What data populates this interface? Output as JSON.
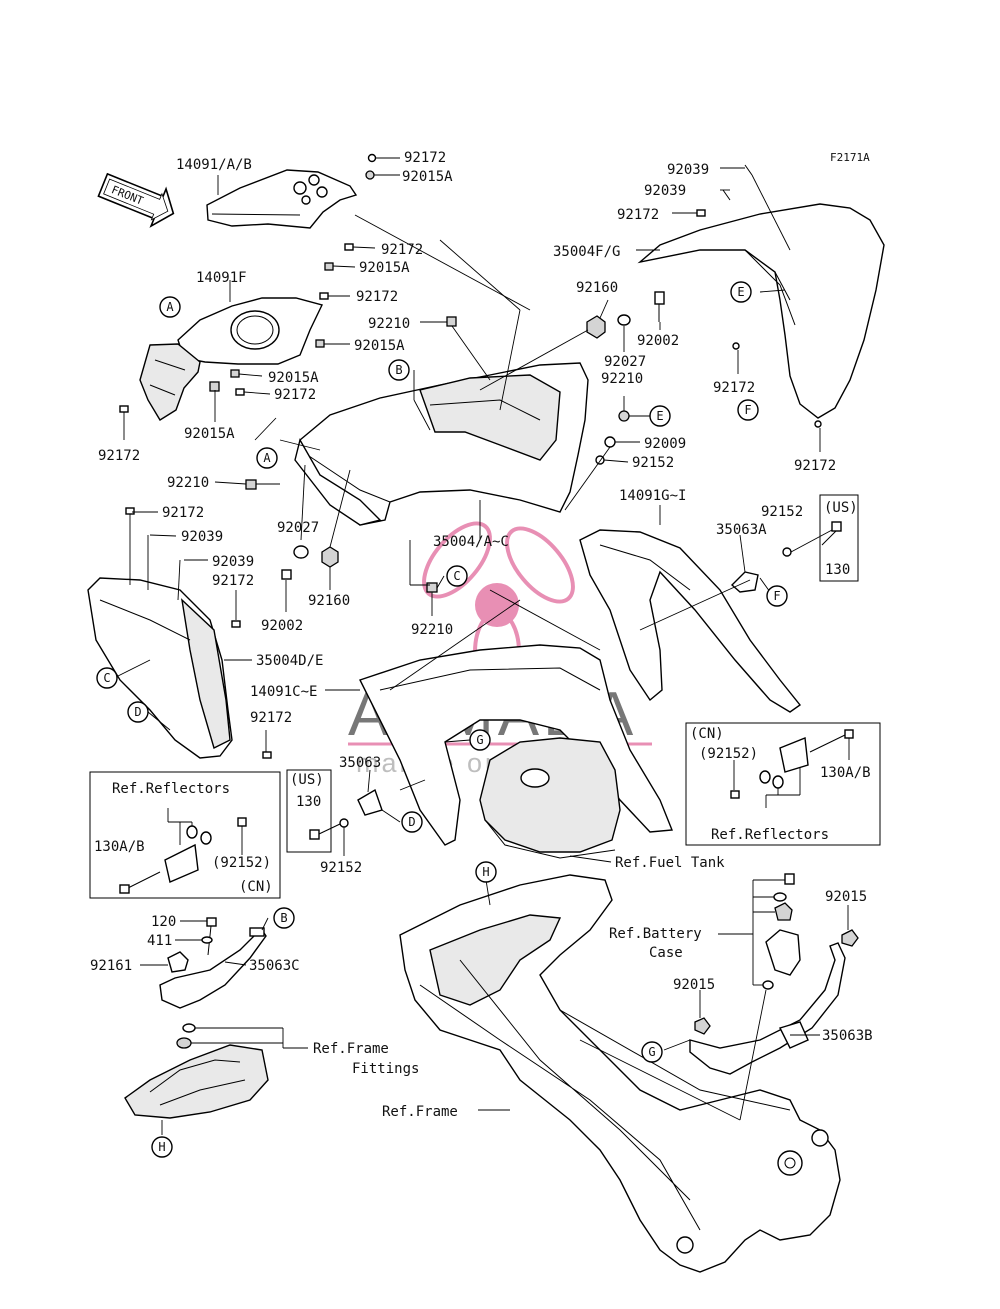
{
  "figure_code": "F2171A",
  "front_arrow": "FRONT",
  "watermark": {
    "brand": "ARMADA",
    "tagline": "marine outboards",
    "pink": "#e47ca7",
    "gray": "#606060"
  },
  "labels": {
    "l_14091ab": "14091/A/B",
    "l_92172_a": "92172",
    "l_92015a_a": "92015A",
    "l_92172_b": "92172",
    "l_92015a_b": "92015A",
    "l_14091f": "14091F",
    "l_92172_c": "92172",
    "l_92015a_c": "92015A",
    "l_92015a_d": "92015A",
    "l_92172_d": "92172",
    "l_92015a_e": "92015A",
    "l_92172_e": "92172",
    "l_92039_a": "92039",
    "l_92039_b": "92039",
    "l_92172_f": "92172",
    "l_35004fg": "35004F/G",
    "l_92160_a": "92160",
    "l_92002_a": "92002",
    "l_92210_a": "92210",
    "l_92027_a": "92027",
    "l_92210_b": "92210",
    "l_92172_g": "92172",
    "l_92172_h": "92172",
    "l_92009": "92009",
    "l_92152_a": "92152",
    "l_92210_c": "92210",
    "l_14091gi": "14091G~I",
    "l_92152_b": "92152",
    "l_35063a": "35063A",
    "l_us_a": "(US)",
    "l_130_a": "130",
    "l_92172_i": "92172",
    "l_92039_c": "92039",
    "l_92039_d": "92039",
    "l_92172_j": "92172",
    "l_92027_b": "92027",
    "l_35004ac": "35004/A~C",
    "l_92160_b": "92160",
    "l_92002_b": "92002",
    "l_92210_d": "92210",
    "l_35004de": "35004D/E",
    "l_14091ce": "14091C~E",
    "l_92172_k": "92172",
    "l_35063": "35063",
    "l_us_b": "(US)",
    "l_130_b": "130",
    "l_92152_c": "92152",
    "l_ref_refl_a": "Ref.Reflectors",
    "l_130ab_a": "130A/B",
    "l_92152p_a": "(92152)",
    "l_cn_a": "(CN)",
    "l_cn_b": "(CN)",
    "l_92152p_b": "(92152)",
    "l_130ab_b": "130A/B",
    "l_ref_refl_b": "Ref.Reflectors",
    "l_ref_fuel": "Ref.Fuel Tank",
    "l_120": "120",
    "l_411": "411",
    "l_92161": "92161",
    "l_35063c": "35063C",
    "l_ref_frame_fit_1": "Ref.Frame",
    "l_ref_frame_fit_2": "Fittings",
    "l_ref_frame": "Ref.Frame",
    "l_ref_batt_1": "Ref.Battery",
    "l_ref_batt_2": "Case",
    "l_92015_a": "92015",
    "l_92015_b": "92015",
    "l_35063b": "35063B"
  },
  "callouts": {
    "c_a1": "A",
    "c_a2": "A",
    "c_b1": "B",
    "c_b2": "B",
    "c_c1": "C",
    "c_c2": "C",
    "c_d1": "D",
    "c_d2": "D",
    "c_e1": "E",
    "c_e2": "E",
    "c_f1": "F",
    "c_f2": "F",
    "c_g1": "G",
    "c_g2": "G",
    "c_h1": "H",
    "c_h2": "H"
  }
}
